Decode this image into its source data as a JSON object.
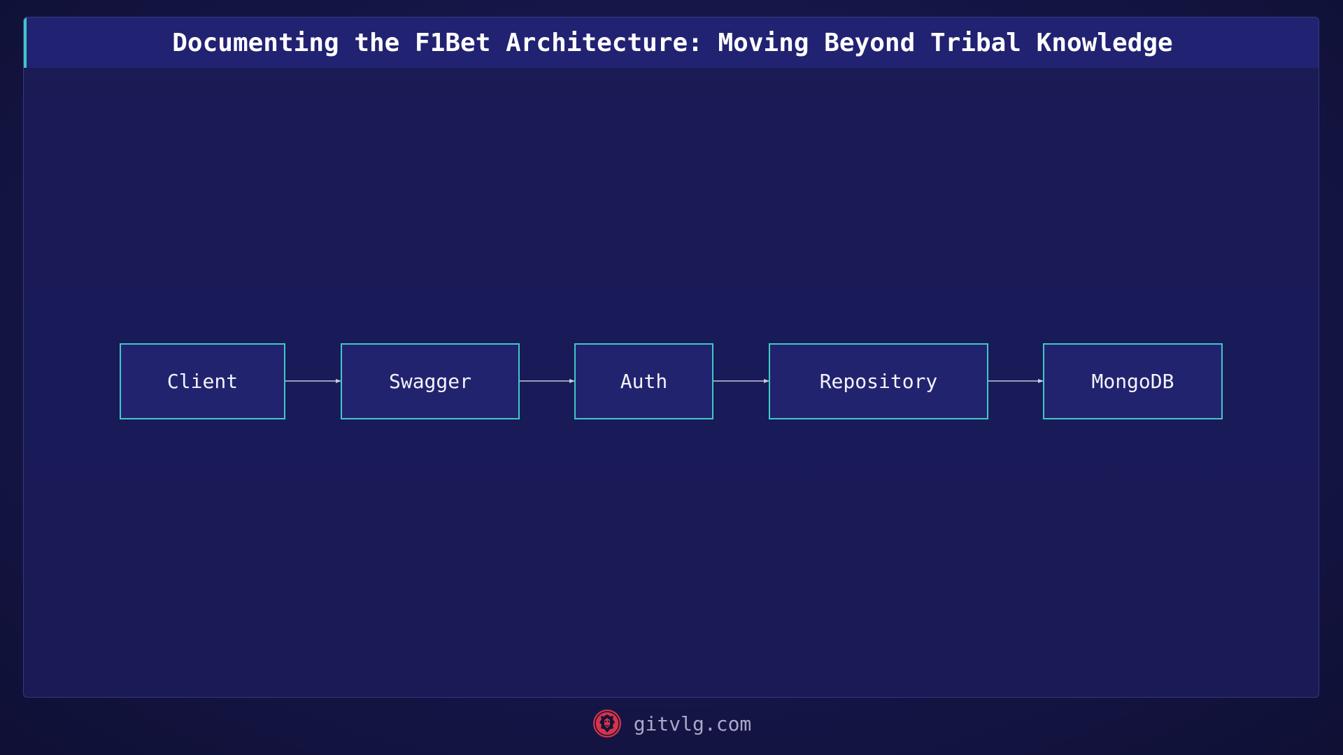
{
  "title": "Documenting the F1Bet Architecture: Moving Beyond Tribal Knowledge",
  "colors": {
    "node_border": "#3fc9c6",
    "node_fill": "#22236f",
    "arrow": "#c8c8dc",
    "accent": "#3ec8c8",
    "logo": "#d6334a"
  },
  "diagram": {
    "nodes": [
      {
        "label": "Client"
      },
      {
        "label": "Swagger"
      },
      {
        "label": "Auth"
      },
      {
        "label": "Repository"
      },
      {
        "label": "MongoDB"
      }
    ],
    "edges": [
      {
        "from": "Client",
        "to": "Swagger"
      },
      {
        "from": "Swagger",
        "to": "Auth"
      },
      {
        "from": "Auth",
        "to": "Repository"
      },
      {
        "from": "Repository",
        "to": "MongoDB"
      }
    ]
  },
  "footer": {
    "logo_icon": "lion-head-icon",
    "site": "gitvlg.com"
  }
}
